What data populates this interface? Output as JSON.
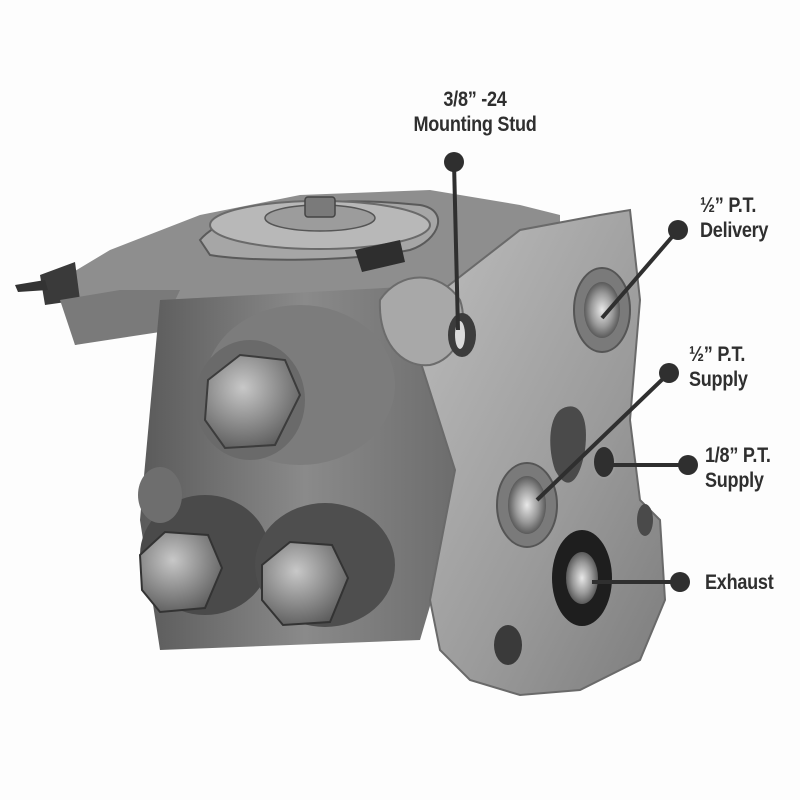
{
  "figure": {
    "subject": "air brake valve with labeled ports",
    "colors": {
      "background": "#fdfdfd",
      "callout": "#2f2f2f",
      "metal_light": "#b4b4b4",
      "metal_mid": "#8c8c8c",
      "metal_dark": "#4a4a4a"
    }
  },
  "callouts": [
    {
      "id": "mounting-stud",
      "line1": "3/8” -24",
      "line2": "Mounting Stud"
    },
    {
      "id": "delivery",
      "line1": "½” P.T.",
      "line2": "Delivery"
    },
    {
      "id": "supply-half",
      "line1": "½” P.T.",
      "line2": "Supply"
    },
    {
      "id": "supply-eighth",
      "line1": "1/8” P.T.",
      "line2": "Supply"
    },
    {
      "id": "exhaust",
      "line1": "Exhaust",
      "line2": ""
    }
  ]
}
